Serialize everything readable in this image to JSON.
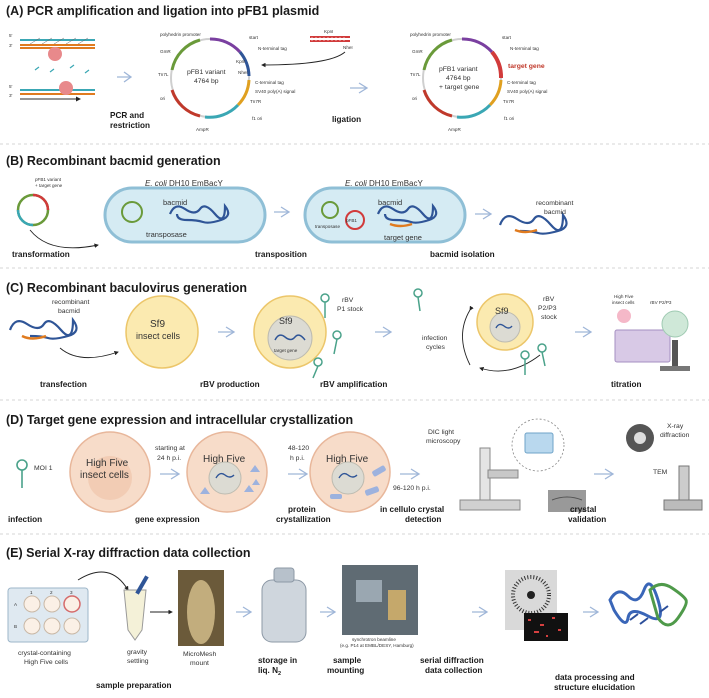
{
  "sections": {
    "a": {
      "title": "(A)  PCR amplification and ligation into pFB1 plasmid",
      "steps": [
        "PCR and",
        "restriction",
        "ligation"
      ],
      "plasmid1": {
        "name": "pFB1 variant",
        "size": "4764 bp",
        "labels": [
          "polyhedrin promoter",
          "start",
          "N-terminal tag",
          "GmR",
          "KpnI",
          "NheI",
          "C-terminal tag",
          "SV40 poly(A) signal",
          "Tn7L",
          "Tn7R",
          "ori",
          "f1 ori",
          "AmpR"
        ]
      },
      "insert": {
        "left": "KpnI",
        "right": "NheI"
      },
      "plasmid2": {
        "name": "pFB1 variant",
        "size": "4764 bp",
        "extra": "+ target gene",
        "labels": [
          "polyhedrin promoter",
          "start",
          "N-terminal tag",
          "GmR",
          "target gene",
          "C-terminal tag",
          "SV40 poly(A) signal",
          "Tn7L",
          "Tn7R",
          "ori",
          "f1 ori",
          "AmpR"
        ]
      },
      "strand_marks": [
        "5'",
        "3'",
        "5'",
        "3'"
      ]
    },
    "b": {
      "title": "(B)  Recombinant bacmid generation",
      "plasmid_label": [
        "pFB1 variant",
        "+ target gene"
      ],
      "cell_label_italic": "E. coli",
      "cell_label": " DH10 EmBacY",
      "bacmid": "bacmid",
      "transposase": "transposase",
      "pfb1": "pFB1",
      "target_gene": "target gene",
      "recombinant": [
        "recombinant",
        "bacmid"
      ],
      "steps": [
        "transformation",
        "transposition",
        "bacmid isolation"
      ]
    },
    "c": {
      "title": "(C)  Recombinant baculovirus generation",
      "recombinant": [
        "recombinant",
        "bacmid"
      ],
      "sf9": "Sf9",
      "insect": "insect cells",
      "target_gene": "target gene",
      "p1": [
        "rBV",
        "P1 stock"
      ],
      "p2": [
        "rBV",
        "P2/P3",
        "stock"
      ],
      "cycles": [
        "infection",
        "cycles"
      ],
      "high_five": [
        "High Five",
        "insect cells"
      ],
      "rbv_p23": "rBV P2/P3",
      "steps": [
        "transfection",
        "rBV production",
        "rBV amplification",
        "titration"
      ]
    },
    "d": {
      "title": "(D)  Target gene expression and intracellular crystallization",
      "moi": "MOI 1",
      "high_five_cell": [
        "High Five",
        "insect cells"
      ],
      "high_five": "High Five",
      "time1": [
        "starting at",
        "24 h p.i."
      ],
      "time2": [
        "48-120",
        "h p.i."
      ],
      "time3": "96-120 h p.i.",
      "dic": [
        "DIC light",
        "microscopy"
      ],
      "xray": [
        "X-ray",
        "diffraction"
      ],
      "tem": "TEM",
      "steps": [
        "infection",
        "gene expression",
        "protein",
        "crystallization",
        "in cellulo crystal",
        "detection",
        "crystal",
        "validation"
      ]
    },
    "e": {
      "title": "(E)  Serial X-ray diffraction data collection",
      "plate_cols": [
        "1",
        "2",
        "3"
      ],
      "plate_rows": [
        "A",
        "B"
      ],
      "crystal_cells": [
        "crystal-containing",
        "High Five cells"
      ],
      "gravity": [
        "gravity",
        "settling"
      ],
      "micromesh": [
        "MicroMesh",
        "mount"
      ],
      "beamline": [
        "synchrotron beamline",
        "(e.g. P14 at EMBL/DESY, Hamburg)"
      ],
      "steps": [
        "sample preparation",
        "storage in",
        "liq. N",
        "sample",
        "mounting",
        "serial diffraction",
        "data collection",
        "data processing and",
        "structure elucidation"
      ]
    }
  },
  "colors": {
    "arrow": "#9fb6d8",
    "cell_fill": "#f7dcc9",
    "sf9_fill": "#fbeab0",
    "ecoli_fill": "#d5ebf3",
    "dna": "#2f5597",
    "target": "#e07b1f"
  }
}
